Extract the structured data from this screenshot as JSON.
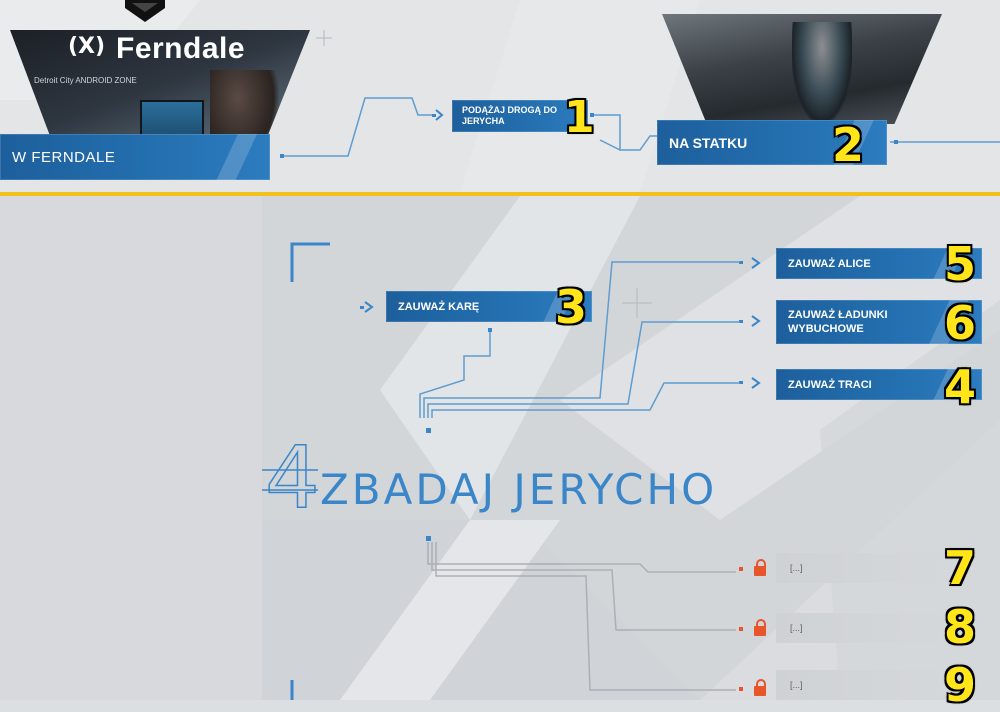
{
  "flowchart": {
    "top_nodes": {
      "ferndale": {
        "label": "W FERNDALE",
        "logo_text": "Ferndale",
        "logo_mark": "(X)",
        "logo_sub": "Detroit City   ANDROID ZONE"
      },
      "follow": {
        "label": "PODĄŻAJ DROGĄ DO JERYCHA",
        "badge": "1"
      },
      "ship": {
        "label": "NA STATKU",
        "badge": "2"
      }
    },
    "chapter": {
      "number": "4",
      "title": "ZBADAJ JERYCHO"
    },
    "branch_nodes": [
      {
        "id": "kara",
        "label": "ZAUWAŻ KARĘ",
        "badge": "3"
      },
      {
        "id": "alice",
        "label": "ZAUWAŻ ALICE",
        "badge": "5"
      },
      {
        "id": "bombs",
        "label": "ZAUWAŻ ŁADUNKI WYBUCHOWE",
        "badge": "6"
      },
      {
        "id": "traci",
        "label": "ZAUWAŻ TRACI",
        "badge": "4"
      }
    ],
    "locked_nodes": [
      {
        "label": "[...]",
        "badge": "7",
        "icon": "lock-icon"
      },
      {
        "label": "[...]",
        "badge": "8",
        "icon": "lock-icon"
      },
      {
        "label": "[...]",
        "badge": "9",
        "icon": "lock-icon"
      }
    ]
  },
  "colors": {
    "accent": "#2470b0",
    "line": "#5f9ccf",
    "badge": "#ffe51a",
    "lock": "#e8552b",
    "divider": "#f2c21a"
  }
}
